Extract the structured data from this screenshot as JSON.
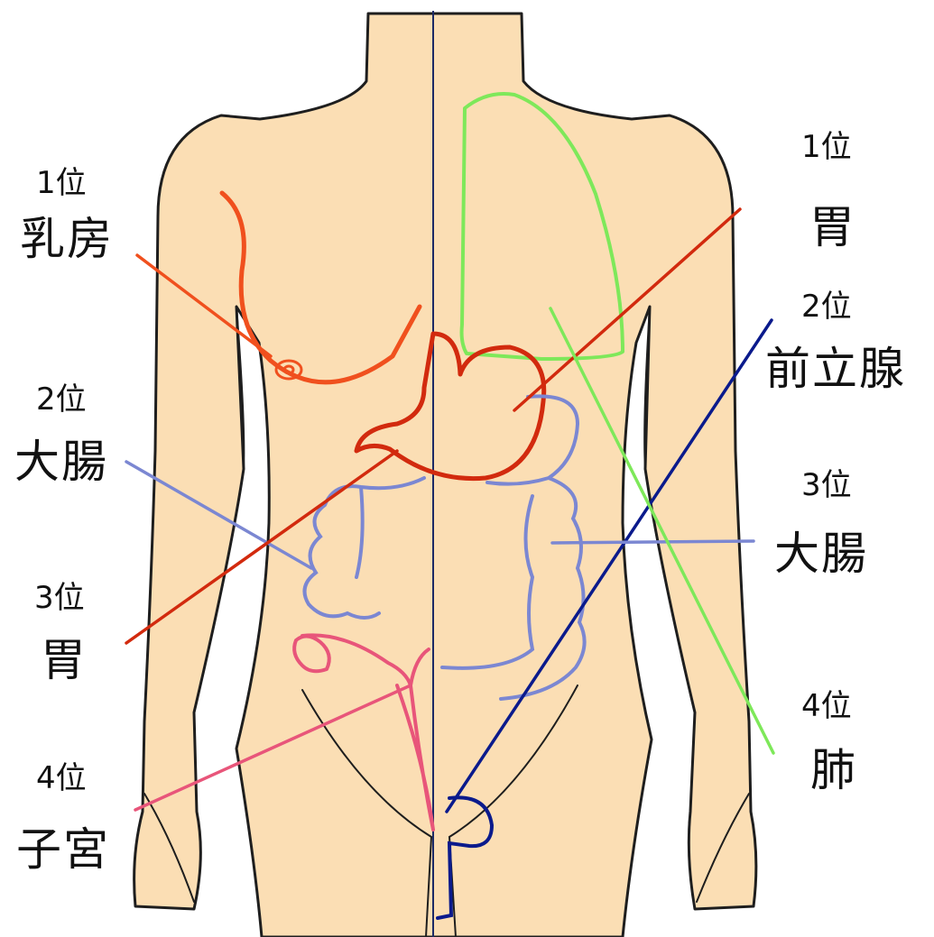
{
  "colors": {
    "skin": "#FBDEB4",
    "outline": "#1E1E1E",
    "midline": "#1C2A66",
    "breast": "#F0501E",
    "stomach": "#D22A0E",
    "colon": "#7B87D2",
    "colon_accent": "#C04FD0",
    "uterus": "#E8557A",
    "lung": "#7EE85A",
    "prostate": "#0A1A8C"
  },
  "female": {
    "rank1": {
      "rank": "1位",
      "organ": "乳房"
    },
    "rank2": {
      "rank": "2位",
      "organ": "大腸"
    },
    "rank3": {
      "rank": "3位",
      "organ": "胃"
    },
    "rank4": {
      "rank": "4位",
      "organ": "子宮"
    }
  },
  "male": {
    "rank1": {
      "rank": "1位",
      "organ": "胃"
    },
    "rank2": {
      "rank": "2位",
      "organ": "前立腺"
    },
    "rank3": {
      "rank": "3位",
      "organ": "大腸"
    },
    "rank4": {
      "rank": "4位",
      "organ": "肺"
    }
  }
}
